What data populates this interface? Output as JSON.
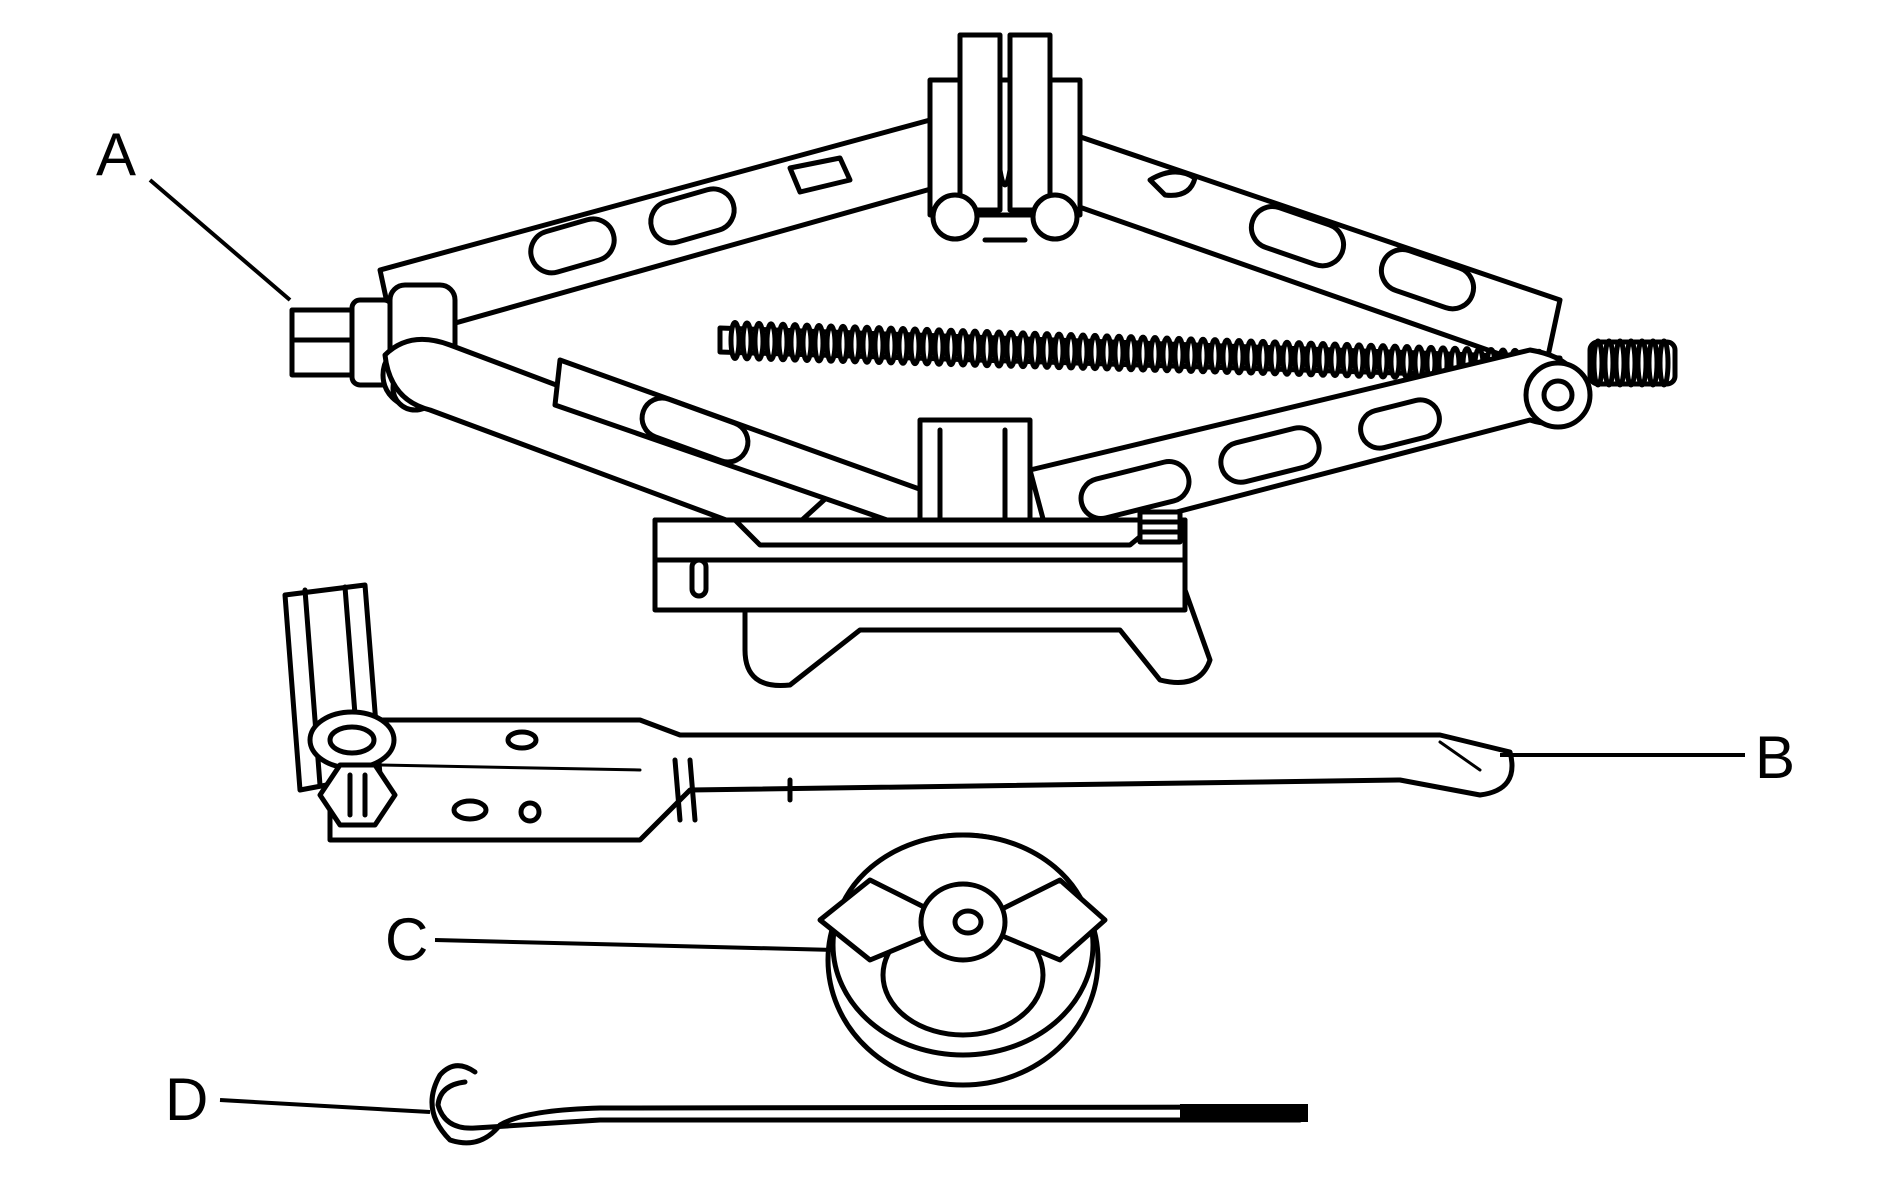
{
  "figure": {
    "callouts": [
      {
        "id": "A",
        "label": "A"
      },
      {
        "id": "B",
        "label": "B"
      },
      {
        "id": "C",
        "label": "C"
      },
      {
        "id": "D",
        "label": "D"
      }
    ],
    "colors": {
      "ink": "#000000",
      "paper": "#ffffff"
    }
  }
}
